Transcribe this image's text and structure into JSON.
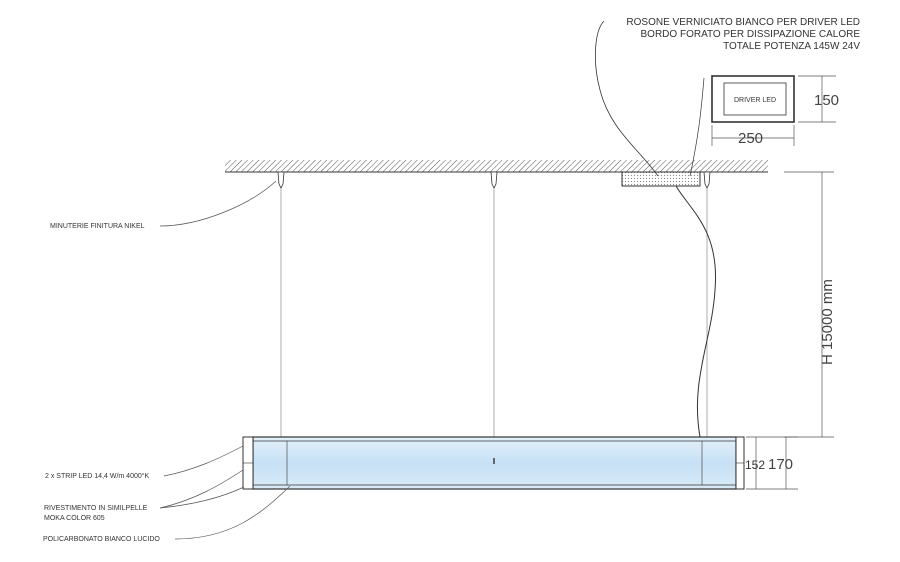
{
  "annotations": {
    "rosone_line1": "ROSONE VERNICIATO BIANCO  PER DRIVER LED",
    "rosone_line2": "BORDO FORATO PER DISSIPAZIONE CALORE",
    "rosone_line3": "TOTALE POTENZA 145W 24V",
    "driver_label": "DRIVER LED",
    "minuterie": "MINUTERIE FINITURA NIKEL",
    "strip_led": "2 x STRIP LED 14,4 W/m 4000°K",
    "rivestimento_line1": "RIVESTIMENTO IN SIMILPELLE",
    "rivestimento_line2": "MOKA COLOR 605",
    "policarbonato": "POLICARBONATO BIANCO LUCIDO"
  },
  "dimensions": {
    "driver_height": "150",
    "driver_width": "250",
    "suspension_height": "H  15000 mm",
    "body_inner_height": "152",
    "body_outer_height": "170"
  },
  "colors": {
    "line": "#333333",
    "ceiling_hatch": "#555555",
    "diffuser": "#cfe6f7",
    "rosone_fill": "#dddddd"
  }
}
